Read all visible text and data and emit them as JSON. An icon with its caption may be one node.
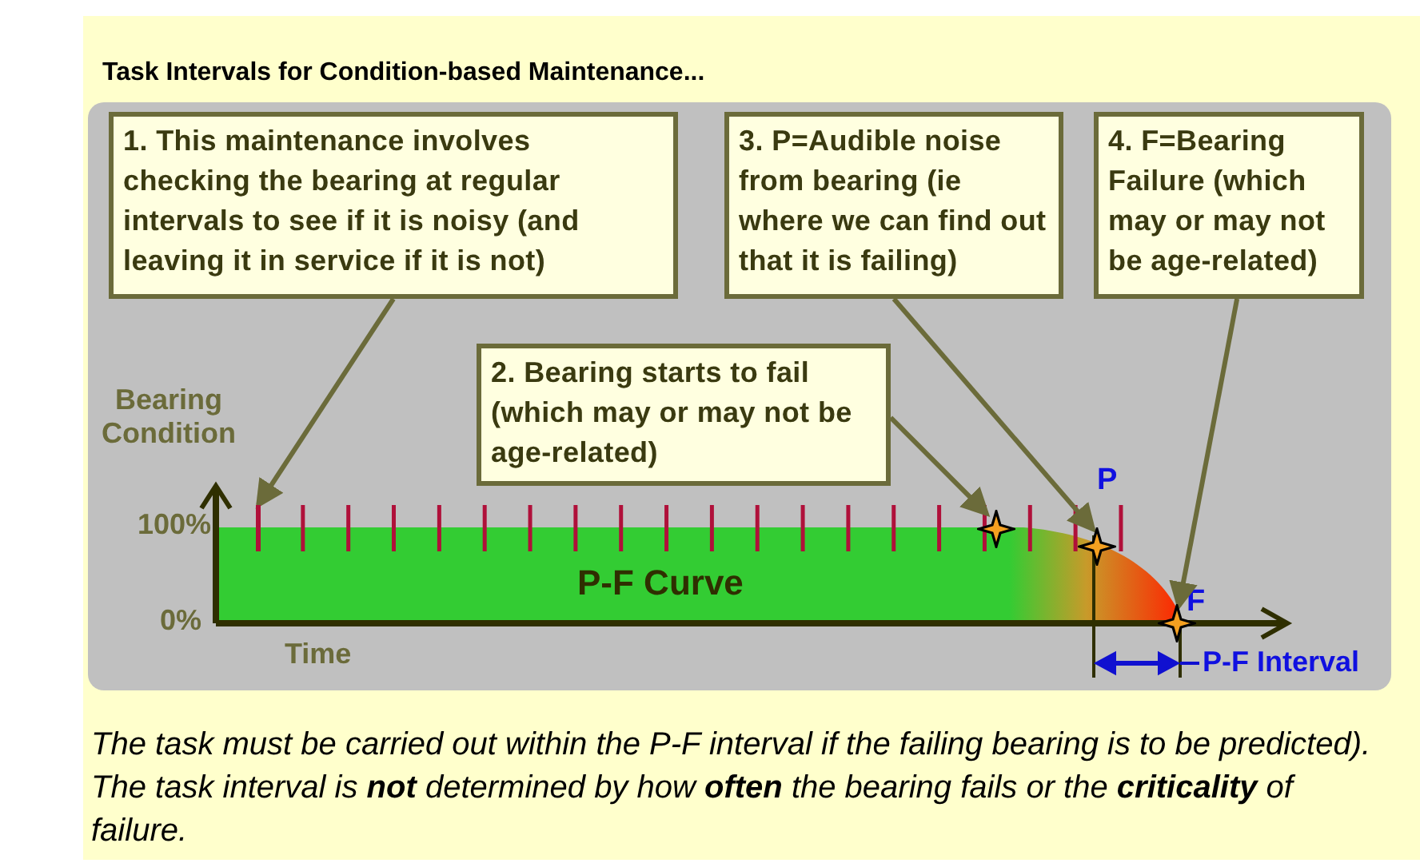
{
  "diagram": {
    "title": "Task Intervals for Condition-based Maintenance...",
    "caption": "The task must be carried out within the P-F interval if the failing bearing is to be predicted). The task interval is **not** determined by how **often** the bearing fails or the **criticality** of failure.",
    "nodes": [
      {
        "text": [
          "1. This maintenance involves checking the bearing at regular intervals to see if it is noisy (and leaving it in service if it is not)"
        ]
      },
      {
        "text": [
          "2. Bearing starts to fail (which may or may not be age-related)"
        ]
      },
      {
        "text": [
          "3. P=Audible noise from bearing (ie where we can find out that it is failing)"
        ]
      },
      {
        "text": [
          "4. F=Bearing Failure (which may or may not be age-related)"
        ]
      },
      {
        "text": [],
        "shape": "bar"
      },
      {
        "text": [],
        "shape": "star"
      },
      {
        "text": [],
        "shape": "star"
      },
      {
        "text": [],
        "shape": "star"
      }
    ],
    "edges": [
      {
        "from": 0,
        "to": 4,
        "arrow": "to"
      },
      {
        "from": 1,
        "to": 5,
        "arrow": "to"
      },
      {
        "from": 2,
        "to": 6,
        "arrow": "to"
      },
      {
        "from": 3,
        "to": 7,
        "arrow": "to"
      }
    ],
    "labels": [
      "Bearing Condition",
      "100%",
      "0%",
      "Time",
      "P-F Curve",
      "P",
      "F",
      "P-F Interval"
    ]
  }
}
